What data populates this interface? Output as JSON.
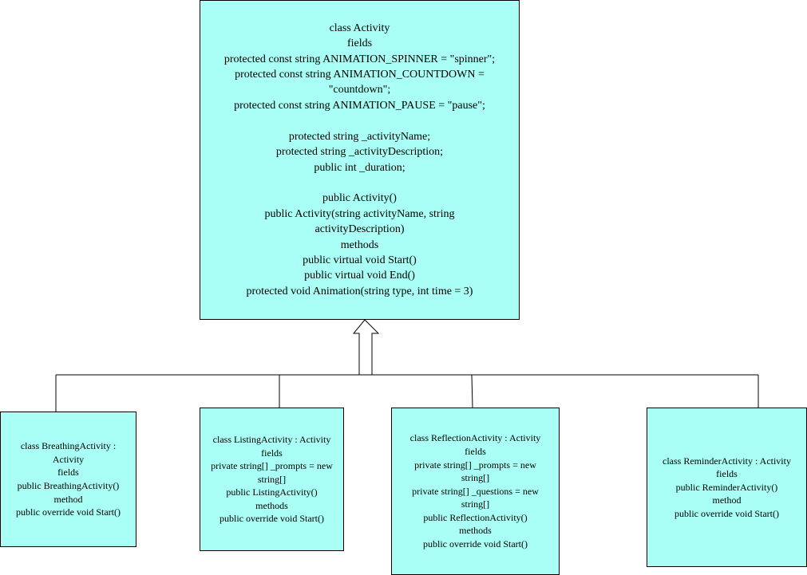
{
  "diagram": {
    "colors": {
      "box_fill": "#a9fff5",
      "stroke": "#000000"
    },
    "parent": {
      "lines": [
        "class Activity",
        "fields",
        "protected const string ANIMATION_SPINNER = \"spinner\";",
        "protected const string ANIMATION_COUNTDOWN = \"countdown\";",
        "protected const string ANIMATION_PAUSE = \"pause\";",
        "",
        "protected string _activityName;",
        "protected string _activityDescription;",
        "public int _duration;",
        "",
        "public Activity()",
        "public Activity(string activityName, string activityDescription)",
        "methods",
        "public virtual void Start()",
        "public virtual void End()",
        "protected void Animation(string type, int time = 3)"
      ]
    },
    "children": [
      {
        "id": "breathing",
        "lines": [
          "class BreathingActivity : Activity",
          "fields",
          "public BreathingActivity()",
          "method",
          "public override void Start()"
        ]
      },
      {
        "id": "listing",
        "lines": [
          "class ListingActivity : Activity",
          "fields",
          "private string[] _prompts = new string[]",
          "public ListingActivity()",
          "methods",
          "public override void Start()"
        ]
      },
      {
        "id": "reflection",
        "lines": [
          "class ReflectionActivity : Activity",
          "fields",
          "private string[] _prompts = new string[]",
          "private string[] _questions = new string[]",
          "public ReflectionActivity()",
          "methods",
          "public override void Start()"
        ]
      },
      {
        "id": "reminder",
        "lines": [
          "class ReminderActivity : Activity",
          "fields",
          "public ReminderActivity()",
          "method",
          "public override void Start()"
        ]
      }
    ]
  }
}
